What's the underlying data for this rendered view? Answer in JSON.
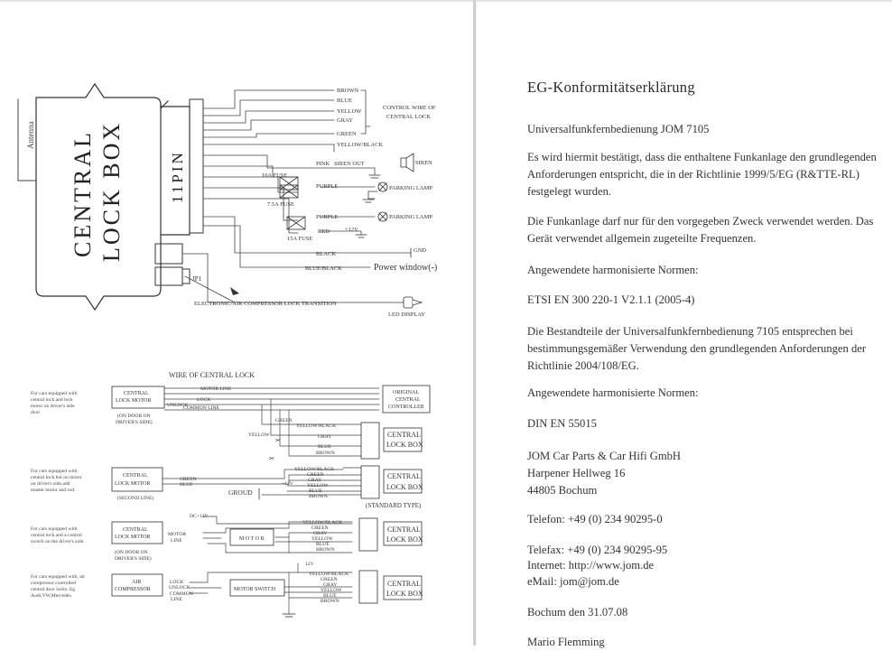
{
  "diagram": {
    "antenna": "Antenna",
    "box_line1": "CENTRAL",
    "box_line2": "LOCK BOX",
    "pin": "11PIN",
    "wires": [
      "BROWN",
      "BLUE",
      "YELLOW",
      "GRAY",
      "GREEN",
      "YELLOW/BLACK",
      "PINK",
      "PURPLE",
      "PURPLE",
      "RED",
      "BLACK",
      "BLUE/BLACK"
    ],
    "control_wire_1": "CONTROL WIRE OF",
    "control_wire_2": "CENTRAL LOCK",
    "siren_out": "SIREN OUT",
    "siren": "SIREN",
    "parking_lamp_1": "PARKING LAMP",
    "parking_lamp_2": "PARKING LAMP",
    "fuse_10a": "10A FUSE",
    "fuse_75a": "7.5A FUSE",
    "fuse_15a": "15A FUSE",
    "plus12v": "+12V",
    "gnd": "GND",
    "power_window": "Power window(-)",
    "jp1": "JP1",
    "transition": "ELECTRONIC/AIR COMPRESSOR LOCK TRANSITION",
    "led_display": "LED DISPLAY",
    "wire_title": "WIRE OF CENTRAL LOCK",
    "desc1": [
      "For cars equipped with",
      "central lock and lock",
      "motor on driver's side",
      "door"
    ],
    "desc2": [
      "For cars equipped with",
      "central lock but no motor",
      "on driver's side,add",
      "master motor and rod."
    ],
    "desc3": [
      "For cars equipped with",
      "central lock and a control",
      "switch on the driver's side."
    ],
    "desc4": [
      "For cars equipped with, air",
      "compressor controlled",
      "central door locks. Eg",
      "Audi,VW,Mercedes."
    ],
    "motor_box_1": "CENTRAL",
    "motor_box_2": "LOCK MOTOR",
    "air_1": "AIR",
    "air_2": "COMPRESSOR",
    "on_door_1": "(ON DOOR ON",
    "on_door_2": "DRIVER'S SIDE)",
    "second_line": "(SECOND LINE)",
    "on_door_3": "(ON DOOR ON",
    "on_door_4": "DRIVER'S SIDE)",
    "motor_line": "MOTOR LINE",
    "lock": "LOCK",
    "unlock": "UNLOCK",
    "common_line": "COMMON LINE",
    "orig_1": "ORIGINAL",
    "orig_2": "CENTRAL",
    "orig_3": "CONTROLLER",
    "green": "GREEN",
    "yellow": "YELLOW",
    "yellow_black": "YELLOW/BLACK",
    "gray": "GRAY",
    "blue": "BLUE",
    "brown": "BROWN",
    "clb_1": "CENTRAL",
    "clb_2": "LOCK BOX",
    "ground": "GROUD",
    "standard_type": "(STANDARD TYPE)",
    "dc12v": "DC+12V",
    "motor_word": "MOTOR",
    "line_word": "LINE",
    "motor_big": "M O T O R",
    "v12": "12V",
    "common_word": "COMMON",
    "motor_switch": "MOTOR SWITCH"
  },
  "doc": {
    "title": "EG-Konformitätserklärung",
    "product": "Universalfunkfernbedienung JOM 7105",
    "p1": [
      "Es wird hiermit bestätigt, dass die enthaltene Funkanlage den grundlegenden",
      "Anforderungen entspricht, die in der Richtlinie 1999/5/EG (R&TTE-RL)",
      "festgelegt wurden."
    ],
    "p2": [
      "Die Funkanlage darf nur für den vorgegeben Zweck verwendet werden. Das",
      "Gerät verwendet allgemein zugeteilte Frequenzen."
    ],
    "normen1": "Angewendete harmonisierte Normen:",
    "etsi": "ETSI EN 300 220-1 V2.1.1 (2005-4)",
    "p3": [
      "Die Bestandteile der Universalfunkfernbedienung 7105  entsprechen bei",
      "bestimmungsgemäßer Verwendung den grundlegenden Anforderungen der",
      "Richtlinie 2004/108/EG."
    ],
    "normen2": "Angewendete harmonisierte Normen:",
    "din": "DIN EN 55015",
    "company": "JOM Car Parts & Car Hifi GmbH",
    "street": "Harpener Hellweg 16",
    "city": "44805 Bochum",
    "telefon": "Telefon: +49 (0) 234 90295-0",
    "telefax": "Telefax: +49 (0) 234 90295-95",
    "internet": "Internet: http://www.jom.de",
    "email": "eMail: jom@jom.de",
    "date": "Bochum den 31.07.08",
    "signer": "Mario Flemming"
  }
}
